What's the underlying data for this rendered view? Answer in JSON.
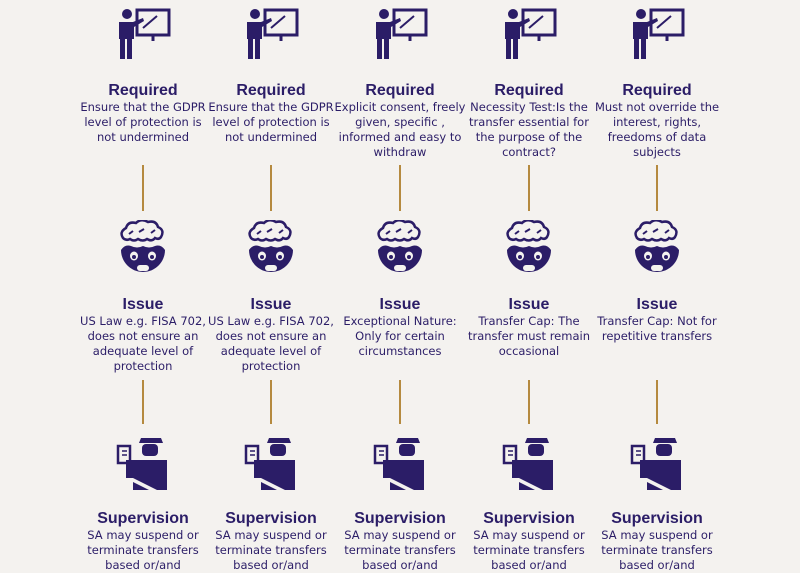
{
  "colors": {
    "primary": "#2b1d67",
    "connector": "#b58a3f",
    "background": "#f4f2ef"
  },
  "columns": [
    {
      "required_title": "Required",
      "required_text": "Ensure that the GDPR level of protection is not undermined",
      "issue_title": "Issue",
      "issue_text": "US Law e.g. FISA 702, does not ensure an adequate level of protection",
      "supervision_title": "Supervision",
      "supervision_text": "SA may suspend or terminate transfers based  or/and"
    },
    {
      "required_title": "Required",
      "required_text": "Ensure that the GDPR level of protection is not undermined",
      "issue_title": "Issue",
      "issue_text": "US Law e.g. FISA 702, does not ensure an adequate level of protection",
      "supervision_title": "Supervision",
      "supervision_text": "SA may suspend or terminate transfers based  or/and"
    },
    {
      "required_title": "Required",
      "required_text": "Explicit consent, freely given, specific , informed and easy to withdraw",
      "issue_title": "Issue",
      "issue_text": "Exceptional Nature: Only for certain circumstances",
      "supervision_title": "Supervision",
      "supervision_text": "SA may suspend or terminate transfers based  or/and"
    },
    {
      "required_title": "Required",
      "required_text": "Necessity Test:Is the transfer essential for the purpose of the contract?",
      "issue_title": "Issue",
      "issue_text": "Transfer Cap: The transfer  must remain occasional",
      "supervision_title": "Supervision",
      "supervision_text": "SA may suspend or terminate transfers based  or/and"
    },
    {
      "required_title": "Required",
      "required_text": "Must not override the interest, rights, freedoms of data subjects",
      "issue_title": "Issue",
      "issue_text": "Transfer Cap: Not for repetitive transfers",
      "supervision_title": "Supervision",
      "supervision_text": "SA may suspend or terminate transfers based  or/and"
    }
  ]
}
